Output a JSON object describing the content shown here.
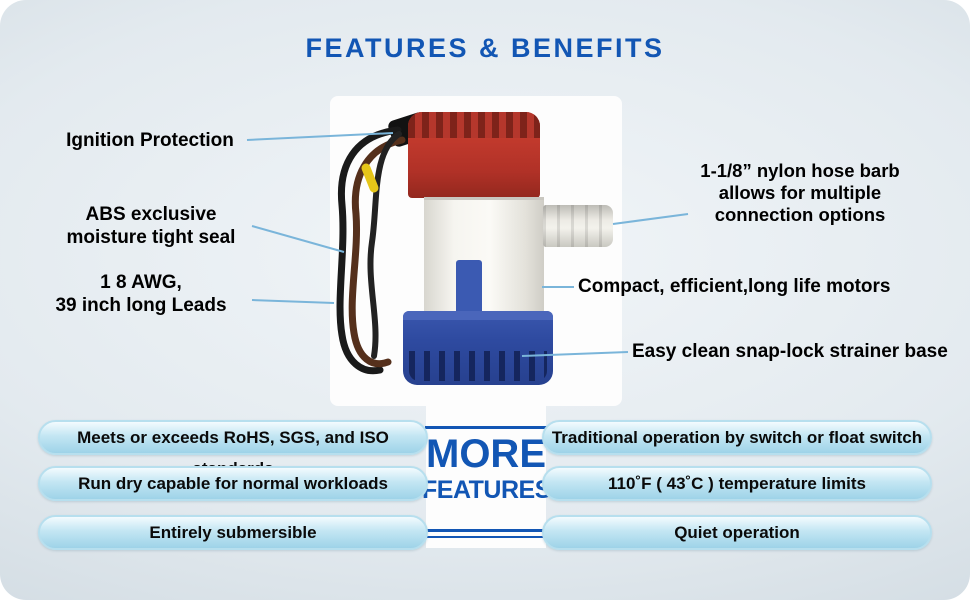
{
  "title": "FEATURES & BENEFITS",
  "callouts": {
    "left": [
      {
        "text": "Ignition Protection"
      },
      {
        "text": "ABS exclusive\nmoisture tight seal"
      },
      {
        "text": "1 8 AWG,\n39 inch long Leads"
      }
    ],
    "right": [
      {
        "text": "1-1/8” nylon hose barb\nallows for multiple\nconnection options"
      },
      {
        "text": "Compact, efficient,long life motors"
      },
      {
        "text": "Easy clean snap-lock strainer base"
      }
    ]
  },
  "more_features": {
    "top": "MORE",
    "bottom": "FEATURES"
  },
  "pills": {
    "left": [
      "Meets or exceeds RoHS, SGS, and ISO standards",
      "Run dry capable for normal workloads",
      "Entirely submersible"
    ],
    "right": [
      "Traditional operation by switch or float switch",
      "110˚F ( 43˚C ) temperature limits",
      "Quiet operation"
    ]
  },
  "product": {
    "name": "bilge-pump"
  },
  "colors": {
    "accent_blue": "#1256b4",
    "pill_fill": "#aedcee",
    "pump_red": "#b5372c",
    "pump_blue": "#2e4aa0",
    "leader_line": "#7ab5da",
    "text": "#000000"
  }
}
